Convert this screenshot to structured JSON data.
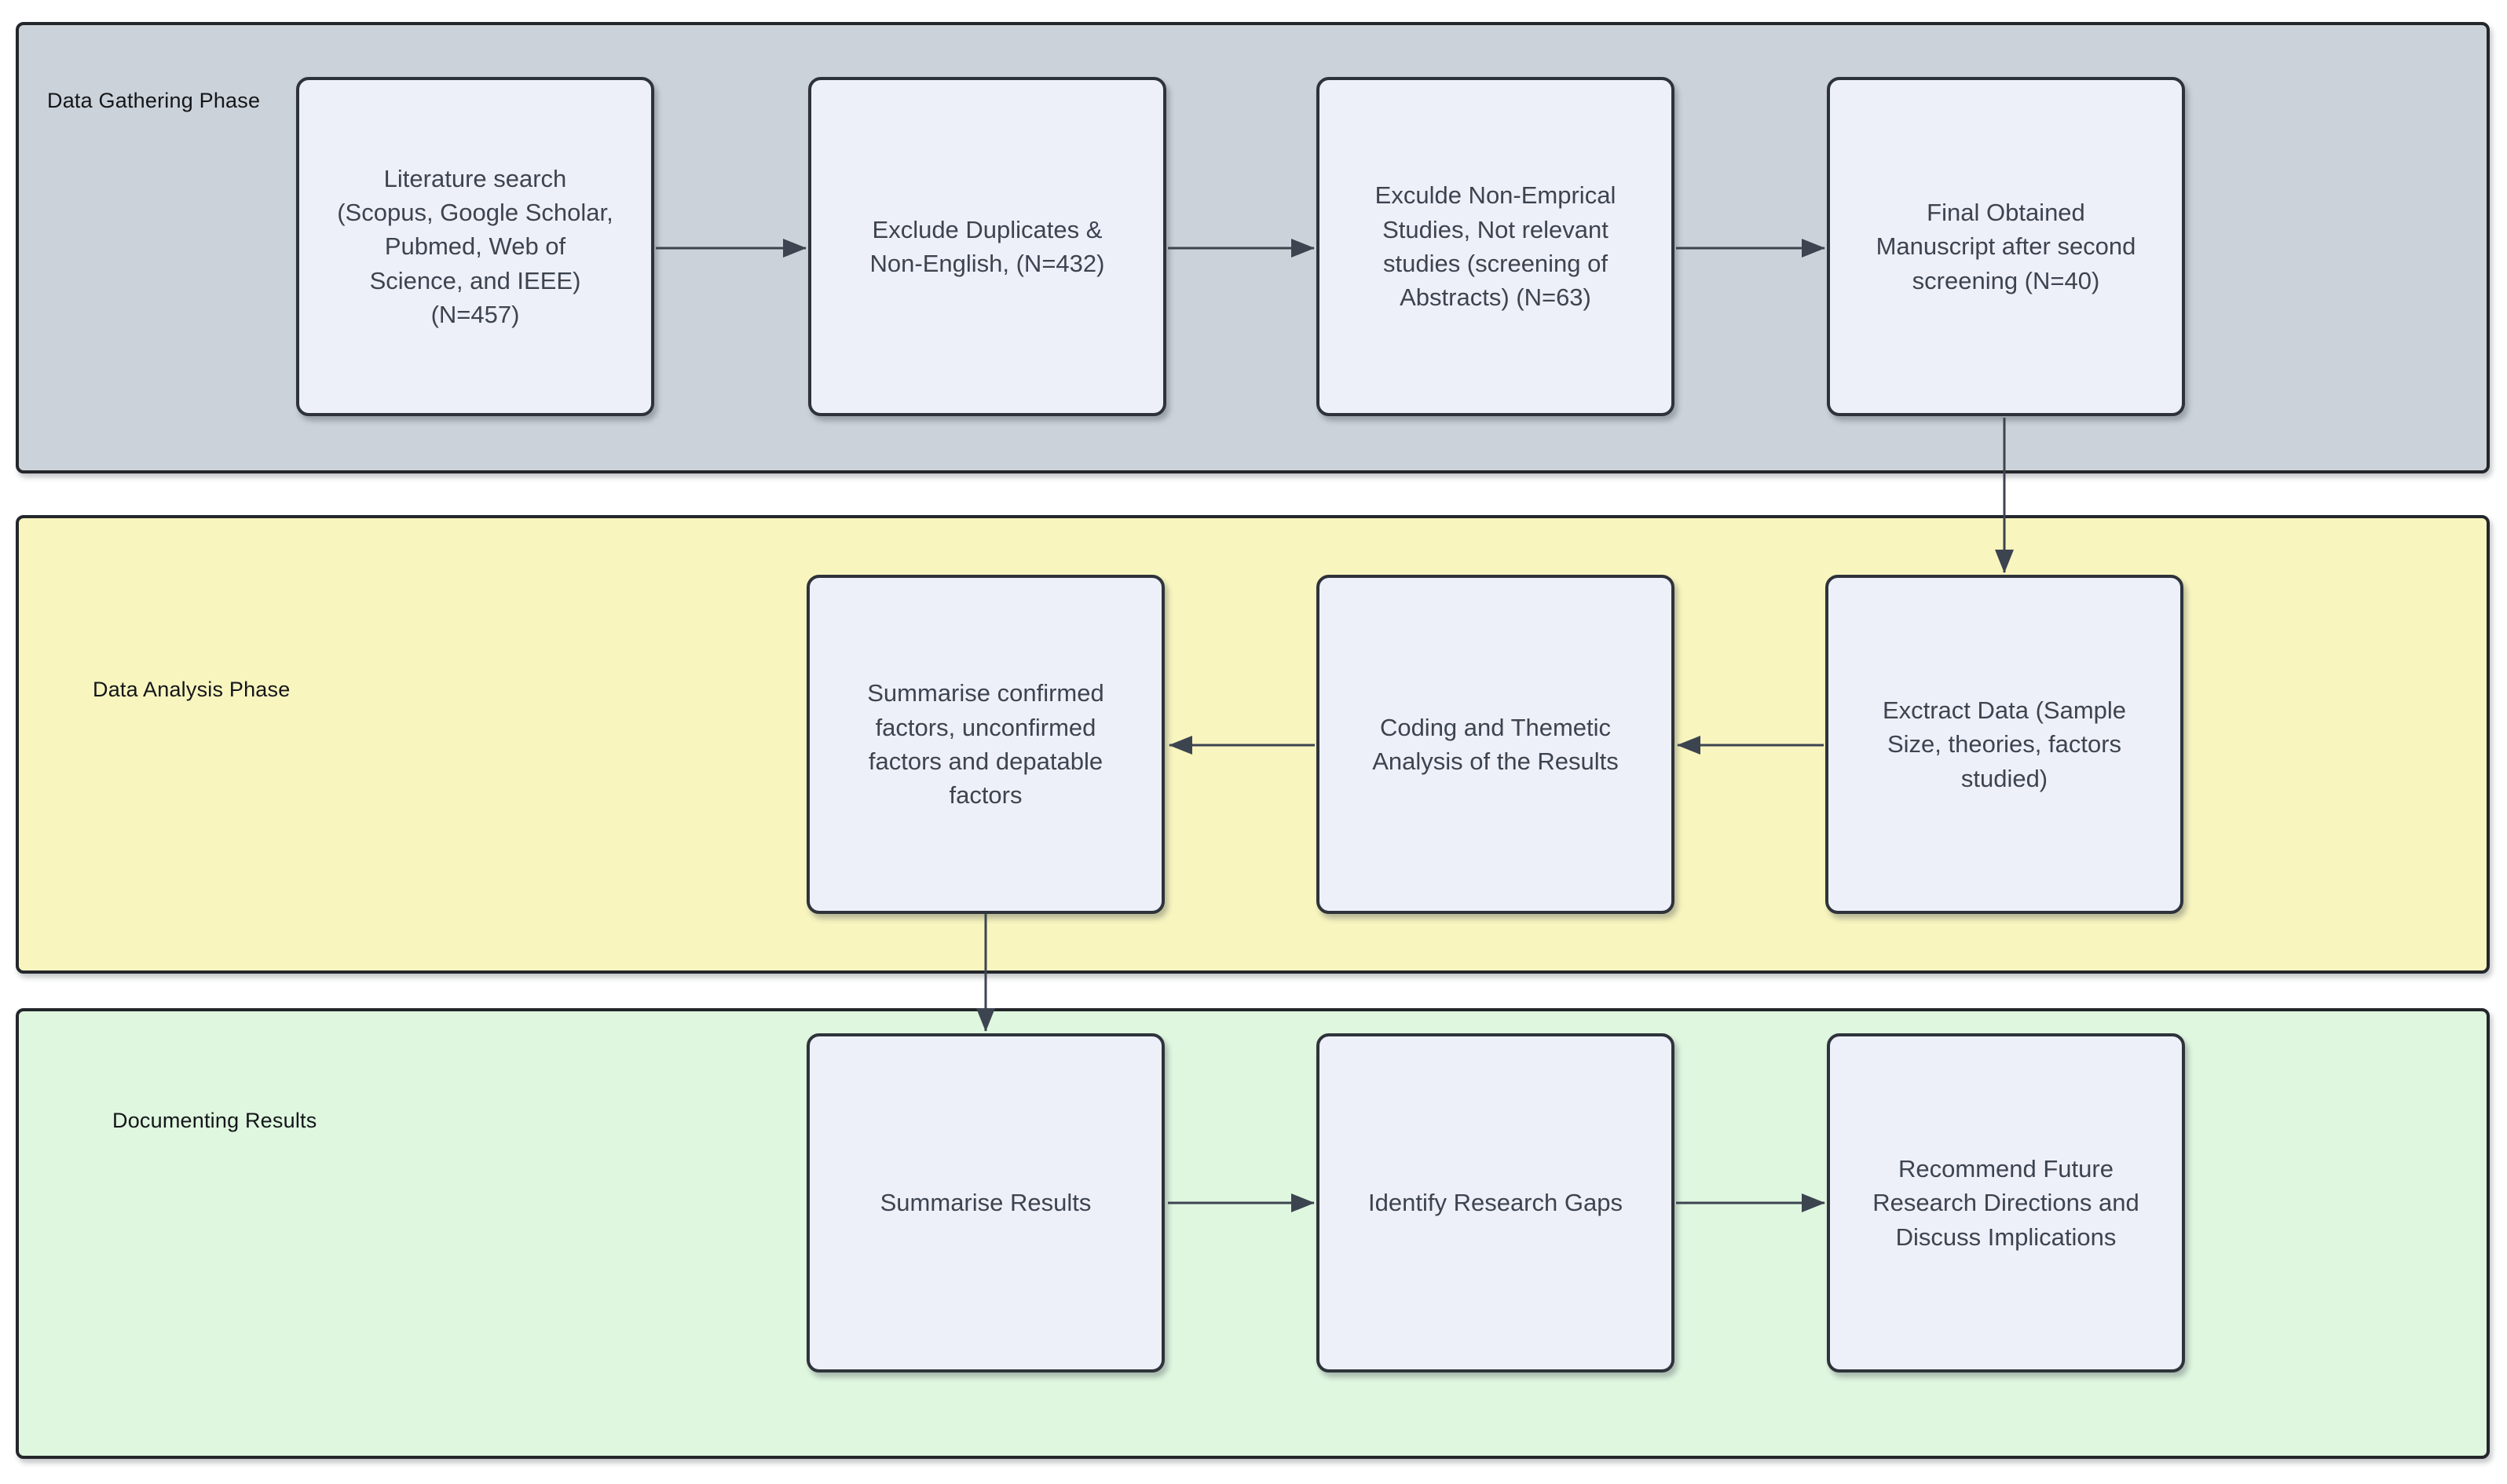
{
  "phases": [
    {
      "id": "data-gathering",
      "label": "Data Gathering Phase",
      "color": "#ccd2d9"
    },
    {
      "id": "data-analysis",
      "label": "Data Analysis Phase",
      "color": "#f8f5bf"
    },
    {
      "id": "documenting-results",
      "label": "Documenting Results",
      "color": "#dff6df"
    }
  ],
  "nodes": [
    {
      "id": "literature-search",
      "text": "Literature search\n(Scopus, Google Scholar,\nPubmed, Web of\nScience, and IEEE)\n(N=457)"
    },
    {
      "id": "exclude-duplicates",
      "text": "Exclude Duplicates &\nNon-English,  (N=432)"
    },
    {
      "id": "exclude-non-empirical",
      "text": "Exculde Non-Emprical\nStudies, Not relevant\nstudies  (screening of\nAbstracts) (N=63)"
    },
    {
      "id": "final-manuscript",
      "text": "Final Obtained\nManuscript after second\nscreening (N=40)"
    },
    {
      "id": "summarise-factors",
      "text": "Summarise confirmed\nfactors, unconfirmed\nfactors and depatable\nfactors"
    },
    {
      "id": "coding-thematic",
      "text": "Coding and Themetic\nAnalysis of the Results"
    },
    {
      "id": "extract-data",
      "text": "Exctract Data (Sample\nSize, theories, factors\nstudied)"
    },
    {
      "id": "summarise-results",
      "text": "Summarise Results"
    },
    {
      "id": "identify-gaps",
      "text": "Identify Research Gaps"
    },
    {
      "id": "recommend-future",
      "text": "Recommend Future\nResearch Directions and\nDiscuss Implications"
    }
  ],
  "connections": [
    {
      "from": "literature-search",
      "to": "exclude-duplicates"
    },
    {
      "from": "exclude-duplicates",
      "to": "exclude-non-empirical"
    },
    {
      "from": "exclude-non-empirical",
      "to": "final-manuscript"
    },
    {
      "from": "final-manuscript",
      "to": "extract-data"
    },
    {
      "from": "extract-data",
      "to": "coding-thematic"
    },
    {
      "from": "coding-thematic",
      "to": "summarise-factors"
    },
    {
      "from": "summarise-factors",
      "to": "summarise-results"
    },
    {
      "from": "summarise-results",
      "to": "identify-gaps"
    },
    {
      "from": "identify-gaps",
      "to": "recommend-future"
    }
  ],
  "colors": {
    "node_fill": "#eef0f9",
    "node_border": "#2e333b",
    "band_border": "#23262b",
    "arrow": "#3c4450",
    "node_text": "#3d4450",
    "label_text": "#14161a"
  }
}
